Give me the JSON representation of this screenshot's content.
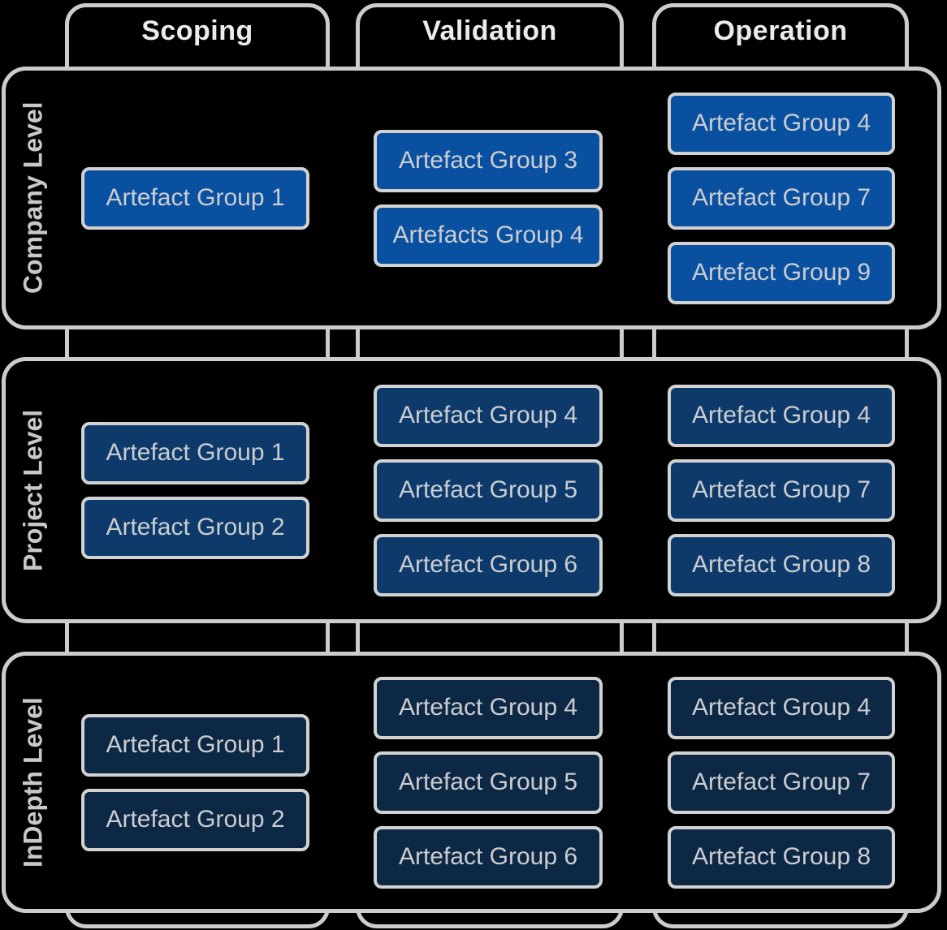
{
  "columns": [
    {
      "label": "Scoping"
    },
    {
      "label": "Validation"
    },
    {
      "label": "Operation"
    }
  ],
  "rows": [
    {
      "label": "Company Level",
      "box_color": "#0a50a0",
      "cells": [
        [
          "Artefact Group 1"
        ],
        [
          "Artefact Group 3",
          "Artefacts Group 4"
        ],
        [
          "Artefact Group 4",
          "Artefact Group 7",
          "Artefact Group 9"
        ]
      ]
    },
    {
      "label": "Project Level",
      "box_color": "#0d3a6b",
      "cells": [
        [
          "Artefact Group 1",
          "Artefact Group 2"
        ],
        [
          "Artefact Group 4",
          "Artefact Group 5",
          "Artefact Group 6"
        ],
        [
          "Artefact Group 4",
          "Artefact Group 7",
          "Artefact Group 8"
        ]
      ]
    },
    {
      "label": "InDepth Level",
      "box_color": "#0d2845",
      "cells": [
        [
          "Artefact Group 1",
          "Artefact Group 2"
        ],
        [
          "Artefact Group 4",
          "Artefact Group 5",
          "Artefact Group 6"
        ],
        [
          "Artefact Group 4",
          "Artefact Group 7",
          "Artefact Group 8"
        ]
      ]
    }
  ],
  "colors": {
    "background": "#000000",
    "border": "#cccccc",
    "header_text": "#ececec",
    "row_label_text": "#c8c8c8",
    "box_text": "#cbcdd0",
    "company_box": "#0a50a0",
    "project_box": "#0d3a6b",
    "indepth_box": "#0d2845"
  }
}
